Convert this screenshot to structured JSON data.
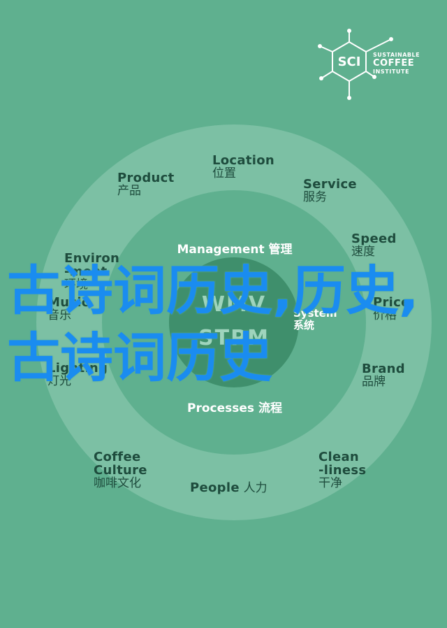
{
  "logo": {
    "mark_text": "SCI",
    "line1": "SUSTAINABLE",
    "line2": "COFFEE",
    "line3": "INSTITUTE"
  },
  "outer_ring": [
    {
      "en": "Location",
      "zh": "位置"
    },
    {
      "en": "Service",
      "zh": "服务"
    },
    {
      "en": "Speed",
      "zh": "速度"
    },
    {
      "en": "Price",
      "zh": "价格"
    },
    {
      "en": "Brand",
      "zh": "品牌"
    },
    {
      "en": "Clean\n-liness",
      "zh": "干净"
    },
    {
      "en": "People",
      "zh": "人力"
    },
    {
      "en": "Coffee\nCulture",
      "zh": "咖啡文化"
    },
    {
      "en": "Lighting",
      "zh": "灯光"
    },
    {
      "en": "Music",
      "zh": "音乐"
    },
    {
      "en": "Environ\n-ment",
      "zh": "环境"
    },
    {
      "en": "Product",
      "zh": "产品"
    }
  ],
  "inner_ring": {
    "top": "Management 管理",
    "bottom": "Processes 流程",
    "right": "System 系统"
  },
  "core": {
    "line1": "WMV",
    "line2": "STPM"
  },
  "overlay_text": "古诗词历史,历史,古诗词历史"
}
